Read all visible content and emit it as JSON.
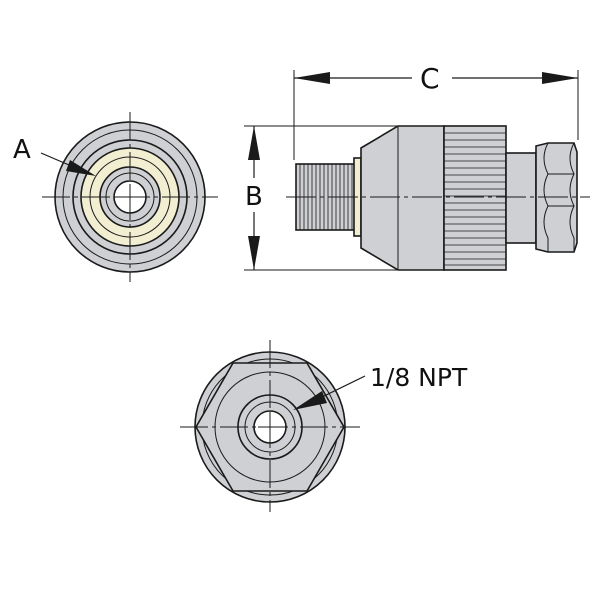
{
  "labels": {
    "a": "A",
    "b": "B",
    "c": "C",
    "thread": "1/8 NPT"
  },
  "colors": {
    "body": "#cfd0d3",
    "body_dark": "#b9babd",
    "seal": "#f1eed1",
    "line": "#1a1a1a",
    "background": "#ffffff"
  }
}
